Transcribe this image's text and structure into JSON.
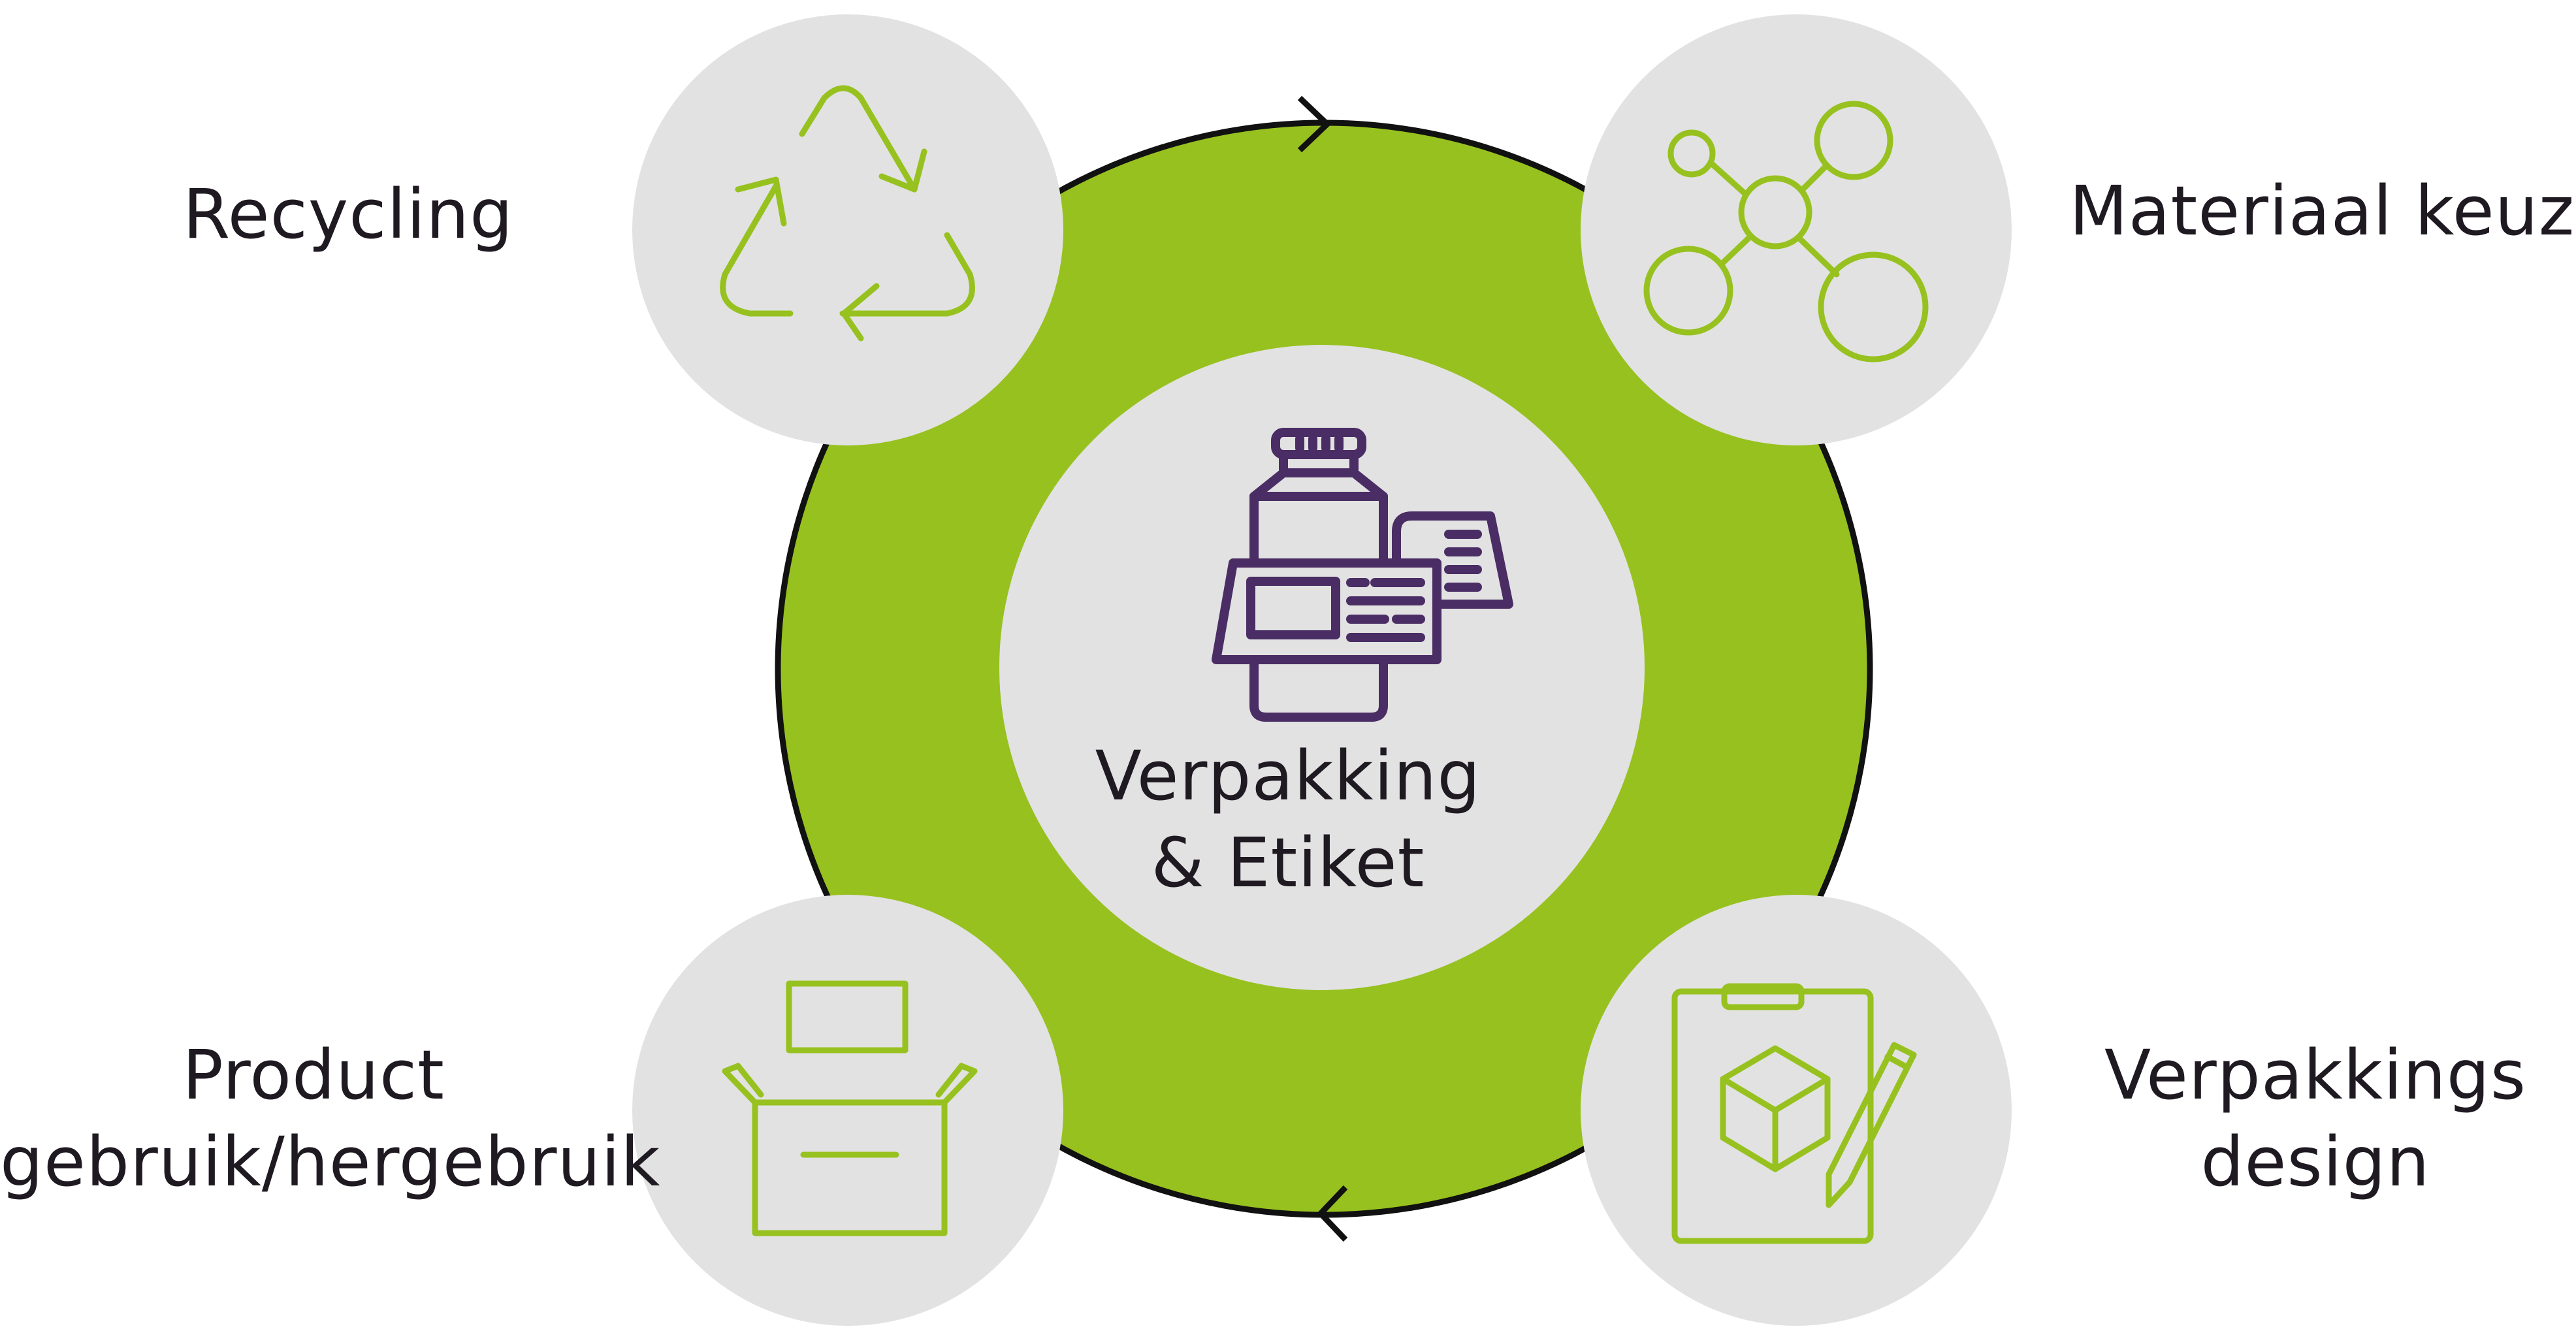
{
  "center": {
    "line1": "Verpakking",
    "line2": "& Etiket"
  },
  "nodes": {
    "recycling": "Recycling",
    "materiaal": "Materiaal keuze",
    "product_line1": "Product",
    "product_line2": "gebruik/hergebruik",
    "design_line1": "Verpakkings",
    "design_line2": "design"
  },
  "colors": {
    "ring": "#97c11f",
    "circle": "#e2e2e2",
    "icon_green": "#97c11f",
    "icon_purple": "#4a2d64",
    "text": "#1f1a21",
    "outline": "#111111"
  }
}
